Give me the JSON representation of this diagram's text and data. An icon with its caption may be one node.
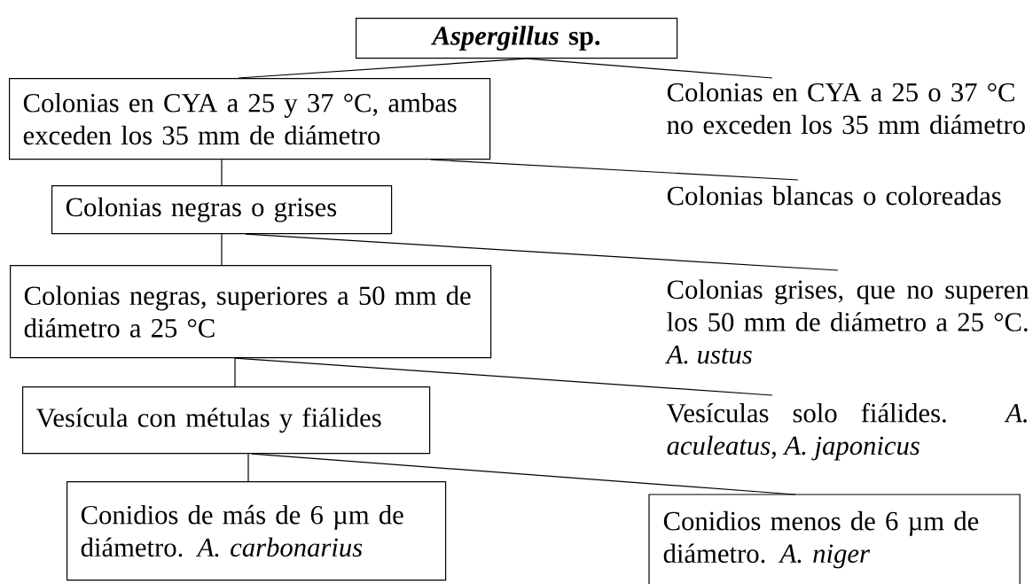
{
  "diagram": {
    "nodes": [
      {
        "text": [
          "*Aspergillus* sp."
        ]
      },
      {
        "text": [
          "Colonias en CYA a 25 y 37 °C, ambas exceden los 35 mm de diámetro"
        ]
      },
      {
        "text": [
          "Colonias en CYA a 25 o 37 °C no exceden los 35 mm diámetro"
        ]
      },
      {
        "text": [
          "Colonias negras o grises"
        ]
      },
      {
        "text": [
          "Colonias blancas o coloreadas"
        ]
      },
      {
        "text": [
          "Colonias negras, superiores a 50 mm de diámetro a 25 °C"
        ]
      },
      {
        "text": [
          "Colonias grises, que no superen los 50 mm de diámetro a 25 °C. *A. ustus*"
        ]
      },
      {
        "text": [
          "Vesícula con métulas y fiálides"
        ]
      },
      {
        "text": [
          "Vesículas solo fiálides. *A. aculeatus, A. japonicus*"
        ]
      },
      {
        "text": [
          "Conidios de más de 6 µm de diámetro. *A. carbonarius*"
        ]
      },
      {
        "text": [
          "Conidios menos de 6 µm de diámetro. *A. niger*"
        ]
      }
    ],
    "edges": [
      {
        "from": 0,
        "to": 1,
        "arrow": "none"
      },
      {
        "from": 0,
        "to": 2,
        "arrow": "none"
      },
      {
        "from": 1,
        "to": 3,
        "arrow": "none"
      },
      {
        "from": 1,
        "to": 4,
        "arrow": "none"
      },
      {
        "from": 3,
        "to": 5,
        "arrow": "none"
      },
      {
        "from": 3,
        "to": 6,
        "arrow": "none"
      },
      {
        "from": 5,
        "to": 7,
        "arrow": "none"
      },
      {
        "from": 5,
        "to": 8,
        "arrow": "none"
      },
      {
        "from": 7,
        "to": 9,
        "arrow": "none"
      },
      {
        "from": 7,
        "to": 10,
        "arrow": "none"
      }
    ]
  }
}
